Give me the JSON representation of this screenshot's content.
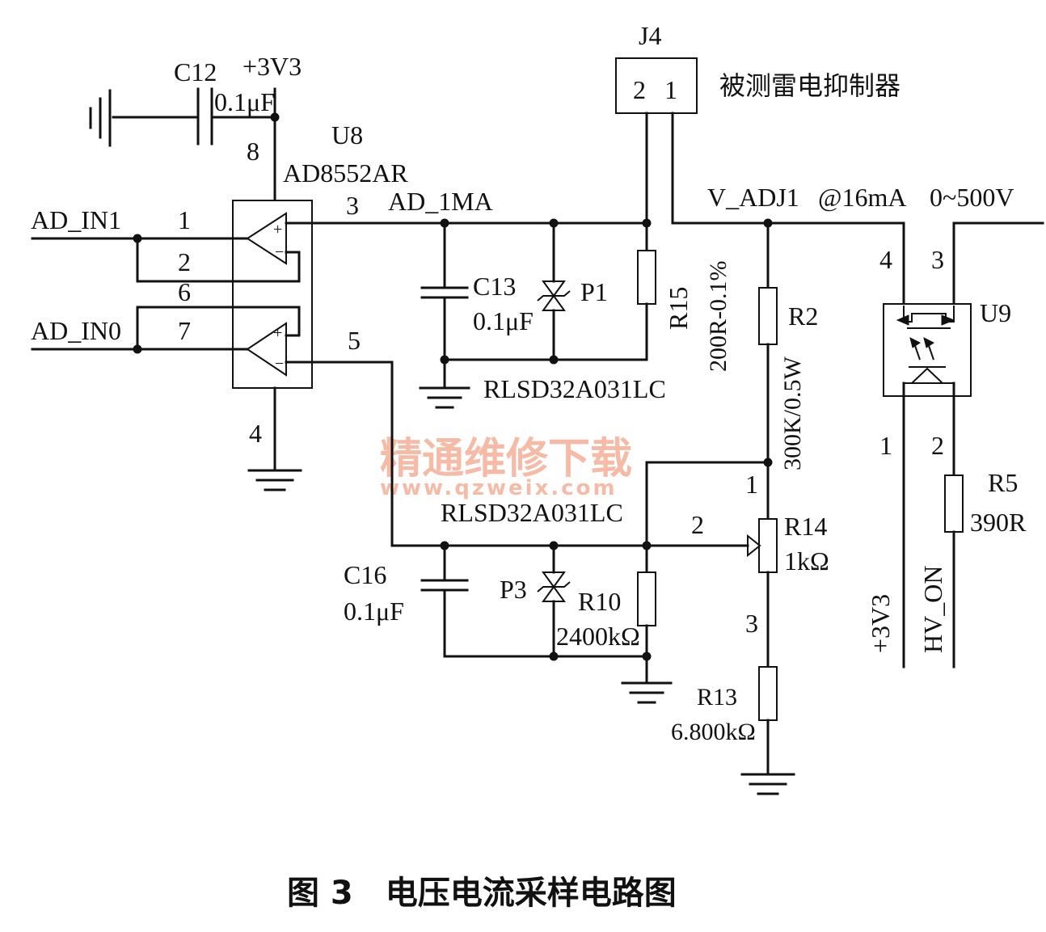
{
  "caption": "图 3　电压电流采样电路图",
  "watermark": {
    "name": "精通维修下载",
    "url": "www.qzweix.com"
  },
  "labels": {
    "c12": "C12",
    "c12_value": "0.1μF",
    "supply": "+3V3",
    "u8": "U8",
    "u8_part": "AD8552AR",
    "pin8": "8",
    "pin1": "1",
    "pin2": "2",
    "pin6": "6",
    "pin7": "7",
    "pin3": "3",
    "pin5": "5",
    "pin4": "4",
    "ad_in1": "AD_IN1",
    "ad_in0": "AD_IN0",
    "ad_1ma": "AD_1MA",
    "c13": "C13",
    "c13_value": "0.1μF",
    "p1": "P1",
    "rlsd_top": "RLSD32A031LC",
    "r15": "R15",
    "r15_value": "200R-0.1%",
    "j4": "J4",
    "j4_pin2": "2",
    "j4_pin1": "1",
    "dut": "被测雷电抑制器",
    "v_adj1": "V_ADJ1",
    "v_adj1_current": "@16mA",
    "v_range": "0~500V",
    "r2": "R2",
    "r2_value": "300K/0.5W",
    "r14_pin1": "1",
    "r14_pin2": "2",
    "r14_pin3": "3",
    "r14": "R14",
    "r14_value": "1kΩ",
    "r13": "R13",
    "r13_value": "6.800kΩ",
    "rlsd_bottom": "RLSD32A031LC",
    "c16": "C16",
    "c16_value": "0.1μF",
    "p3": "P3",
    "r10": "R10",
    "r10_value": "2400kΩ",
    "u9": "U9",
    "u9_pin4": "4",
    "u9_pin3": "3",
    "u9_pin1": "1",
    "u9_pin2": "2",
    "r5": "R5",
    "r5_value": "390R",
    "net_3v3": "+3V3",
    "net_hv_on": "HV_ON"
  }
}
